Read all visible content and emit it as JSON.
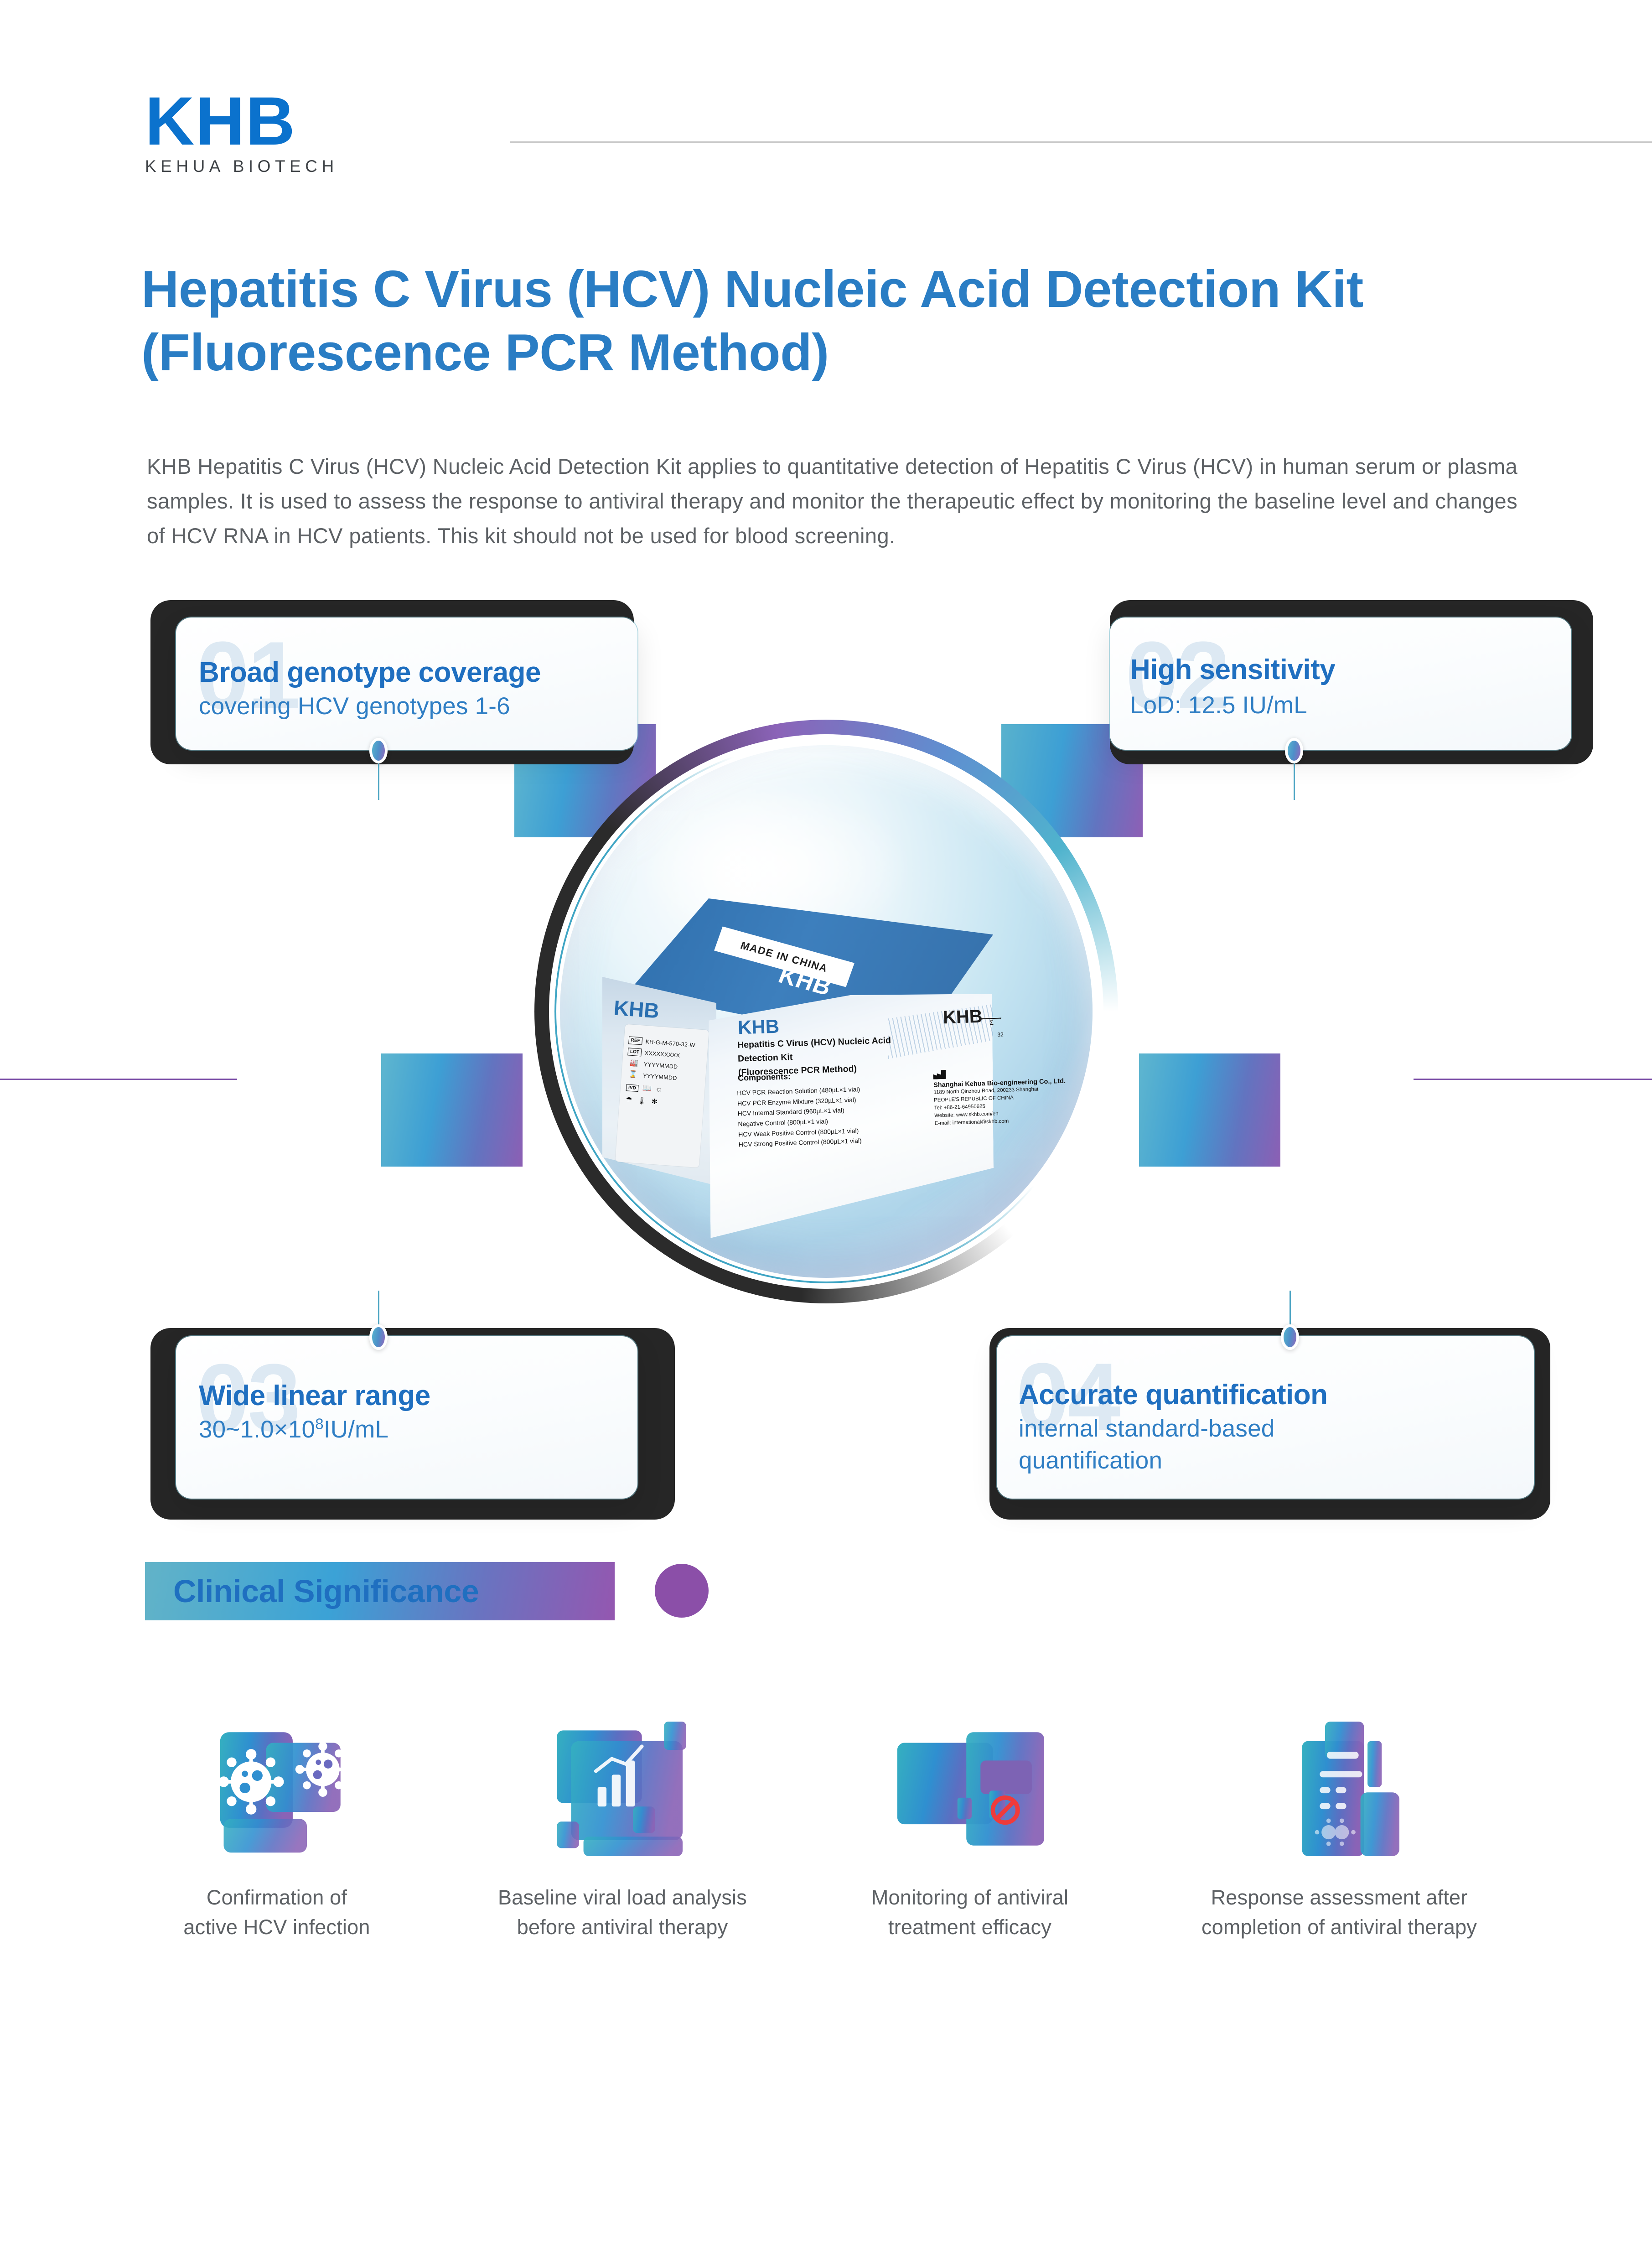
{
  "brand": {
    "logo_text": "KHB",
    "logo_subtitle": "KEHUA BIOTECH"
  },
  "title": "Hepatitis C Virus (HCV) Nucleic Acid Detection Kit (Fluorescence PCR Method)",
  "description": "KHB Hepatitis C Virus (HCV) Nucleic Acid Detection Kit applies to quantitative detection of Hepatitis C Virus (HCV) in human serum or plasma samples. It is used to assess the response to antiviral therapy and monitor the therapeutic effect by monitoring the baseline level and changes of HCV RNA in  HCV patients. This kit should not be used for blood screening.",
  "features": [
    {
      "number": "01",
      "title": "Broad genotype coverage",
      "body": "covering HCV genotypes 1-6"
    },
    {
      "number": "02",
      "title": "High sensitivity",
      "body": "LoD: 12.5 IU/mL"
    },
    {
      "number": "03",
      "title": "Wide linear range",
      "body_pre": "30~1.0×10",
      "body_sup": "8",
      "body_post": "IU/mL"
    },
    {
      "number": "04",
      "title": "Accurate quantification",
      "body": "internal standard-based quantification"
    }
  ],
  "clinical": {
    "heading": "Clinical Significance",
    "items": [
      {
        "icon": "virus-icon",
        "caption_line1": "Confirmation of",
        "caption_line2": "active HCV infection"
      },
      {
        "icon": "chart-analysis-icon",
        "caption_line1": "Baseline viral load analysis",
        "caption_line2": "before antiviral therapy"
      },
      {
        "icon": "monitor-blocked-icon",
        "caption_line1": "Monitoring of antiviral",
        "caption_line2": "treatment efficacy"
      },
      {
        "icon": "clipboard-report-icon",
        "caption_line1": "Response assessment after",
        "caption_line2": "completion of antiviral therapy"
      }
    ]
  },
  "product_box": {
    "top_banner": "MADE IN CHINA",
    "top_logo": "KHB",
    "side_logo": "KHB",
    "front_logo_left": "KHB",
    "front_logo_right": "KHB",
    "front_title_line1": "Hepatitis C Virus (HCV) Nucleic Acid Detection Kit",
    "front_title_line2": "(Fluorescence PCR Method)",
    "components_heading": "Components:",
    "components": [
      "HCV PCR Reaction Solution (480µL×1 vial)",
      "HCV PCR Enzyme Mixture (320µL×1 vial)",
      "HCV Internal Standard (960µL×1 vial)",
      "Negative Control (800µL×1 vial)",
      "HCV Weak Positive Control (800µL×1 vial)",
      "HCV Strong Positive Control (800µL×1 vial)"
    ],
    "tests_count": "32",
    "side_label": {
      "ref_symbol": "REF",
      "ref_value": "KH-G-M-570-32-W",
      "lot_symbol": "LOT",
      "lot_value": "XXXXXXXXX",
      "manufacture_date": "YYYYMMDD",
      "expiry_date": "YYYYMMDD",
      "ivd_symbol": "IVD"
    },
    "manufacturer": {
      "name": "Shanghai Kehua Bio-engineering Co., Ltd.",
      "address1": "1189 North Qinzhou Road, 200233 Shanghai,",
      "address2": "PEOPLE'S REPUBLIC OF CHINA",
      "tel": "Tel: +86-21-64950625",
      "website": "Website: www.skhb.com/en",
      "email": "E-mail: international@skhb.com"
    }
  },
  "colors": {
    "brand_blue": "#0b72cd",
    "title_blue": "#2a7dc4",
    "body_gray": "#5d6165",
    "gradient_teal": "#35b0c0",
    "gradient_blue": "#2f8fd0",
    "gradient_purple": "#8a63b6",
    "card_shadow": "#262626",
    "accent_purple": "#8b4fa8"
  }
}
